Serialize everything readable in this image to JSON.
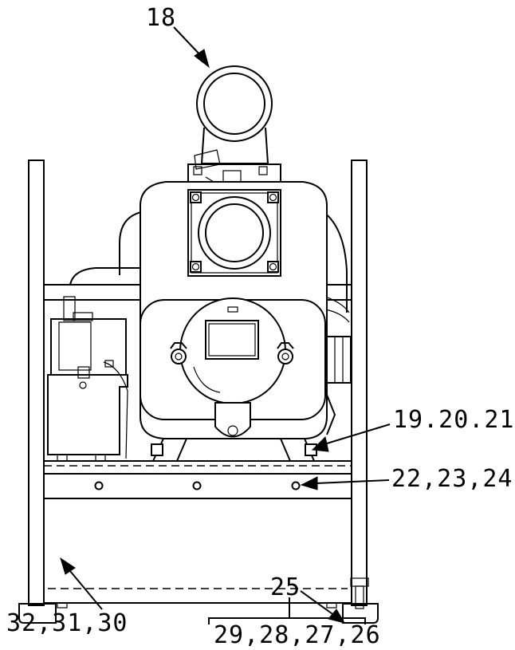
{
  "diagram": {
    "callouts": {
      "c18": "18",
      "c19": "19.20.21",
      "c22": "22,23,24",
      "c25": "25",
      "c26": "29,28,27,26",
      "c32": "32,31,30"
    }
  },
  "colors": {
    "line": "#000000",
    "background": "#ffffff"
  }
}
